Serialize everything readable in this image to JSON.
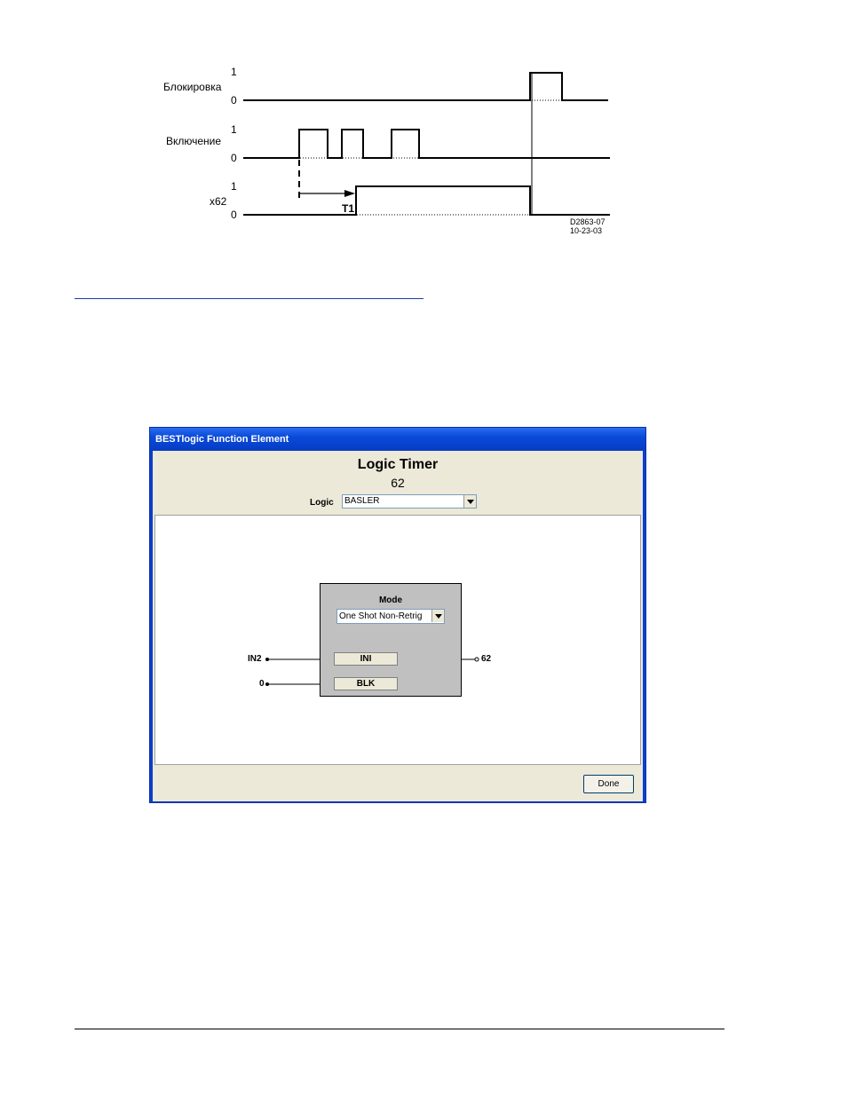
{
  "timing_diagram": {
    "signals": [
      {
        "name": "Блокировка",
        "high": "1",
        "low": "0"
      },
      {
        "name": "Включение",
        "high": "1",
        "low": "0"
      },
      {
        "name": "x62",
        "high": "1",
        "low": "0"
      }
    ],
    "delay_label": "T1",
    "drawing_code": "D2863-07",
    "drawing_date": "10-23-03"
  },
  "dialog": {
    "window_title": "BESTlogic Function Element",
    "header_title": "Logic Timer",
    "header_number": "62",
    "logic_label": "Logic",
    "logic_value": "BASLER",
    "mode_label": "Mode",
    "mode_value": "One Shot Non-Retrig",
    "ini_label": "INI",
    "blk_label": "BLK",
    "ini_input": "IN2",
    "blk_input": "0",
    "output_label": "62",
    "done_label": "Done"
  },
  "colors": {
    "titlebar": "#0a4ad8",
    "dialog_bg": "#ece9d8",
    "link_rule": "#1a3fa6"
  }
}
